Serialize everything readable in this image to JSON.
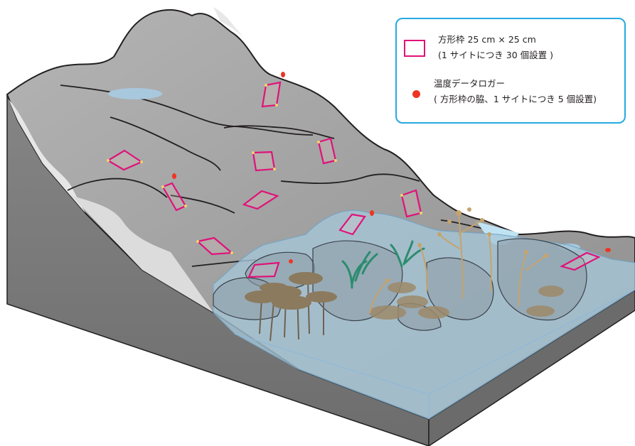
{
  "legend": {
    "quadrat": {
      "label": "方形枠 25 cm × 25 cm",
      "detail": "(1 サイトにつき 30 個設置 )",
      "icon": "square-quadrat-icon",
      "color": "#e0127a"
    },
    "logger": {
      "label": "温度データロガー",
      "detail": "( 方形枠の脇、1 サイトにつき 5 個設置)",
      "icon": "red-dot-icon",
      "color": "#ee3524"
    },
    "border_color": "#27a9e1"
  },
  "colors": {
    "rock_top": "#9b9b9b",
    "rock_side": "#7a7a7a",
    "water": "#a9c9dc",
    "kelp_brown": "#8b7a5e",
    "kelp_green": "#2b8c6e",
    "algae_tan": "#c5a46c"
  }
}
